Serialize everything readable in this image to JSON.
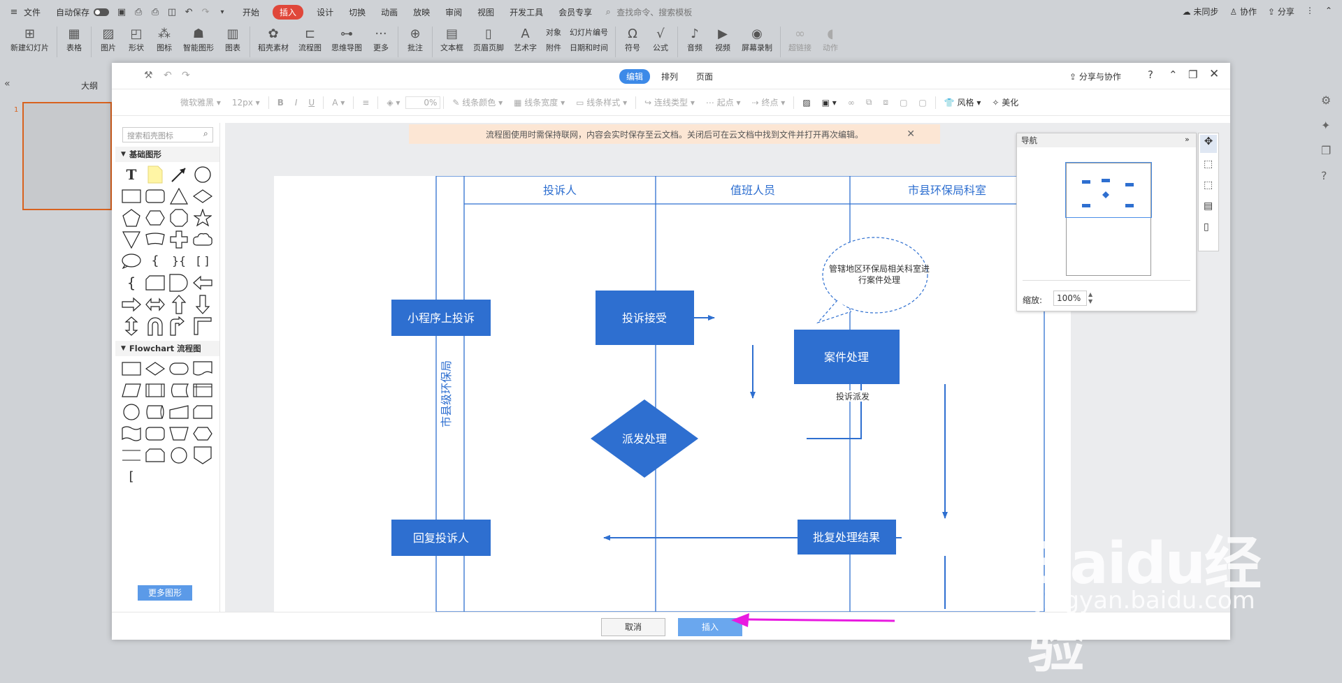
{
  "menubar": {
    "file": "文件",
    "autosave": "自动保存",
    "tabs": [
      "开始",
      "插入",
      "设计",
      "切换",
      "动画",
      "放映",
      "审阅",
      "视图",
      "开发工具",
      "会员专享"
    ],
    "active_tab": "插入",
    "search": "查找命令、搜索模板",
    "right": [
      "未同步",
      "协作",
      "分享"
    ]
  },
  "ribbon": {
    "items": [
      {
        "label": "新建幻灯片",
        "icon": "new-slide-icon"
      },
      {
        "label": "表格",
        "icon": "table-icon"
      },
      {
        "label": "图片",
        "icon": "picture-icon"
      },
      {
        "label": "形状",
        "icon": "shape-icon"
      },
      {
        "label": "图标",
        "icon": "icons-icon"
      },
      {
        "label": "智能图形",
        "icon": "smartart-icon"
      },
      {
        "label": "图表",
        "icon": "chart-icon"
      },
      {
        "label": "稻壳素材",
        "icon": "material-icon"
      },
      {
        "label": "流程图",
        "icon": "flowchart-icon"
      },
      {
        "label": "思维导图",
        "icon": "mindmap-icon"
      },
      {
        "label": "更多",
        "icon": "more-icon"
      },
      {
        "label": "批注",
        "icon": "comment-icon"
      },
      {
        "label": "文本框",
        "icon": "textbox-icon"
      },
      {
        "label": "页眉页脚",
        "icon": "header-footer-icon"
      },
      {
        "label": "艺术字",
        "icon": "wordart-icon"
      }
    ],
    "small": [
      "对象",
      "附件",
      "幻灯片编号",
      "日期和时间"
    ],
    "items2": [
      {
        "label": "符号",
        "icon": "symbol-icon"
      },
      {
        "label": "公式",
        "icon": "formula-icon"
      },
      {
        "label": "音频",
        "icon": "audio-icon"
      },
      {
        "label": "视频",
        "icon": "video-icon"
      },
      {
        "label": "屏幕录制",
        "icon": "record-icon"
      },
      {
        "label": "超链接",
        "icon": "link-icon"
      },
      {
        "label": "动作",
        "icon": "action-icon"
      }
    ]
  },
  "leftpane": {
    "outline": "大纲",
    "slide_number": "1"
  },
  "dialog": {
    "tabs": [
      "编辑",
      "排列",
      "页面"
    ],
    "active_tab": "编辑",
    "share": "分享与协作",
    "toolbar": {
      "font": "微软雅黑",
      "size": "12px",
      "opacity": "0%",
      "line_color": "线条颜色",
      "line_width": "线条宽度",
      "line_style": "线条样式",
      "connector": "连线类型",
      "start": "起点",
      "end": "终点",
      "style": "风格",
      "beautify": "美化"
    },
    "shapes_panel": {
      "search_placeholder": "搜索稻壳图标",
      "group_basic": "基础图形",
      "group_flowchart": "Flowchart 流程图",
      "more": "更多图形"
    },
    "notice": "流程图使用时需保持联网，内容会实时保存至云文档。关闭后可在云文档中找到文件并打开再次编辑。",
    "navigator": {
      "title": "导航",
      "zoom_label": "缩放:",
      "zoom": "100%"
    },
    "footer": {
      "cancel": "取消",
      "insert": "插入"
    }
  },
  "flowchart": {
    "pool": "市县级环保局",
    "lanes": [
      "投诉人",
      "值班人员",
      "市县环保局科室"
    ],
    "nodes": {
      "submit": "小程序上投诉",
      "accept": "投诉接受",
      "dispatch": "派发处理",
      "handle": "案件处理",
      "reply_result": "批复处理结果",
      "reply_user": "回复投诉人"
    },
    "edge_label": "投诉派发",
    "callout": [
      "管辖地区环保局相关科室进",
      "行案件处理"
    ]
  },
  "watermark": {
    "brand": "Baidu经验",
    "url": "jingyan.baidu.com"
  },
  "colors": {
    "accent": "#2e6fd0",
    "tab_active": "#e0473a",
    "insert_btn": "#6aa7ee",
    "arrow": "#e81ae0"
  }
}
